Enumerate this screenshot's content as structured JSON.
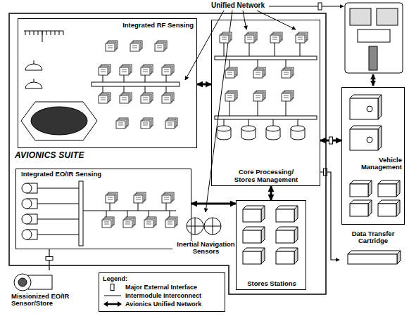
{
  "diagram": {
    "nodes": [
      {
        "text": [
          "AVIONICS SUITE"
        ]
      },
      {
        "text": [
          "Integrated RF Sensing"
        ],
        "in": 0
      },
      {
        "text": [
          "Core Processing/ Stores Management"
        ],
        "in": 0
      },
      {
        "text": [
          "Integrated EO/IR Sensing"
        ],
        "in": 0
      },
      {
        "text": [
          "Inertial Navigation Sensors"
        ],
        "in": 0
      },
      {
        "text": [
          "Stores Stations"
        ],
        "in": 0
      },
      {
        "text": [
          "Vehicle Management"
        ]
      },
      {
        "text": [
          "Data Transfer Cartridge"
        ]
      },
      {
        "text": [
          "Missionized EO/IR Sensor/Store"
        ]
      }
    ],
    "edges": [
      {
        "from": 1,
        "to": 2,
        "arrow": "both"
      },
      {
        "from": 3,
        "to": 5,
        "arrow": "both"
      },
      {
        "from": 2,
        "to": 5,
        "arrow": "both"
      },
      {
        "from": 2,
        "to": 6,
        "arrow": "both"
      },
      {
        "from": 2,
        "to": 7,
        "arrow": "to"
      },
      {
        "from": 3,
        "to": 8,
        "arrow": "none"
      }
    ],
    "labels": [
      "Unified Network",
      "Legend:"
    ],
    "legend": [
      {
        "text": "Major External Interface"
      },
      {
        "text": "Intermodule Interconnect"
      },
      {
        "text": "Avionics Unified Network"
      }
    ]
  }
}
